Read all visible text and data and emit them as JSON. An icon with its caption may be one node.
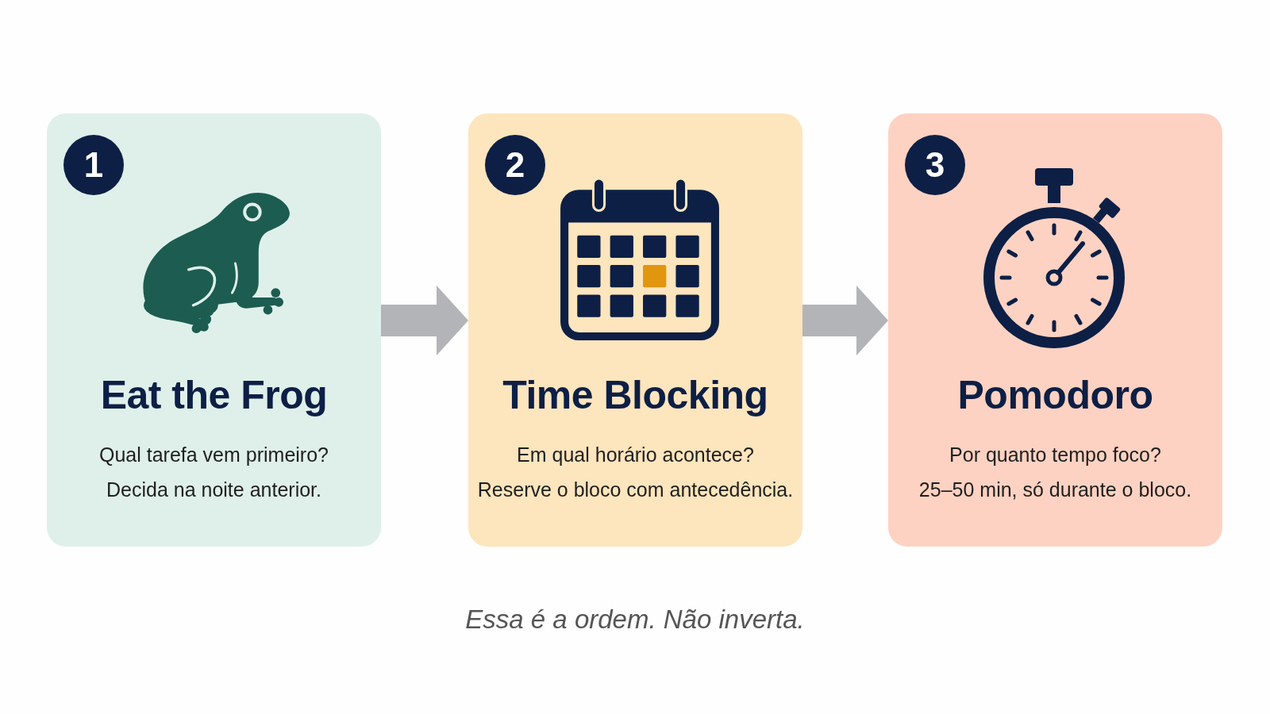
{
  "diagram": {
    "nodes": [
      {
        "text": [
          "Eat the Frog",
          "Qual tarefa vem primeiro?",
          "Decida na noite anterior."
        ]
      },
      {
        "text": [
          "1"
        ],
        "in": 0
      },
      {
        "text": [
          "Time Blocking",
          "Em qual horário acontece?",
          "Reserve o bloco com antecedência."
        ]
      },
      {
        "text": [
          "2"
        ],
        "in": 2
      },
      {
        "text": [
          "Pomodoro",
          "Por quanto tempo foco?",
          "25–50 min, só durante o bloco."
        ]
      },
      {
        "text": [
          "3"
        ],
        "in": 4
      }
    ],
    "edges": [
      {
        "from": 0,
        "to": 2,
        "arrow": "to"
      },
      {
        "from": 2,
        "to": 4,
        "arrow": "to"
      }
    ],
    "caption": "Essa é a ordem. Não inverta."
  }
}
